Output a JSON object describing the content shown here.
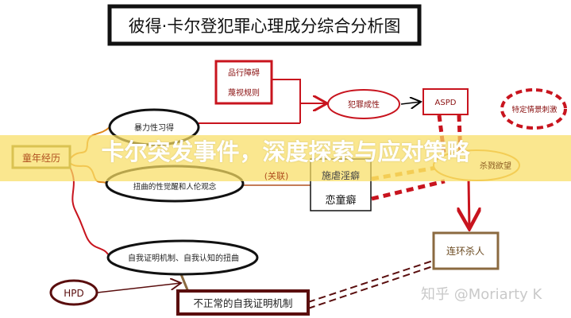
{
  "title": "彼得·卡尔登犯罪心理成分综合分析图",
  "nodes": {
    "conduct_1": "品行障碍",
    "conduct_2": "蔑视规则",
    "criminality": "犯罪成性",
    "aspd": "ASPD",
    "trigger": "特定情景刺激",
    "violence": "暴力性习得",
    "childhood": "童年经历",
    "distorted": "扭曲的性觉醒和人伦观念",
    "relation": "(关联)",
    "sadism": "施虐淫癖",
    "pedophilia": "恋童癖",
    "desire": "杀戮欲望",
    "serial": "连环杀人",
    "self_proof": "自我证明机制、自我认知的扭曲",
    "hpd": "HPD",
    "abnormal": "不正常的自我证明机制"
  },
  "banner": {
    "text": "卡尔突发事件，深度探索与应对策略"
  },
  "watermark": "知乎 @Moriarty K",
  "colors": {
    "red": "#c8141e",
    "darkred": "#5a0e0e",
    "orange": "#e6a030",
    "brown": "#8b6a40",
    "banner": "#f8de64"
  }
}
